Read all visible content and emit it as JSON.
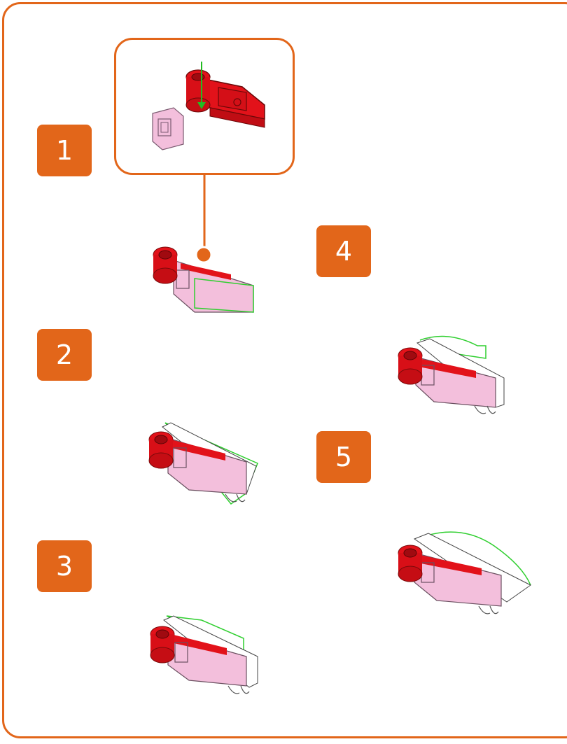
{
  "steps": [
    {
      "number": "1"
    },
    {
      "number": "2"
    },
    {
      "number": "3"
    },
    {
      "number": "4"
    },
    {
      "number": "5"
    }
  ],
  "colors": {
    "accent": "#e2661a",
    "part_red": "#e2121a",
    "part_pink": "#f3bfdc",
    "highlight_green": "#2fcf2f"
  }
}
